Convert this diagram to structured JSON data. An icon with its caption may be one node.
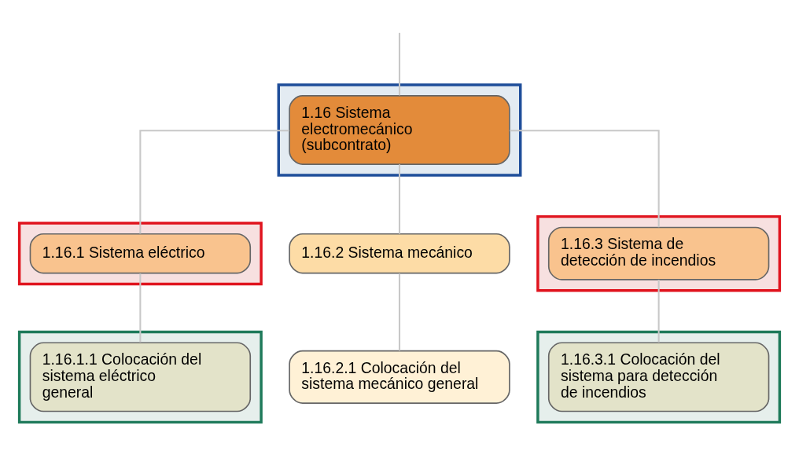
{
  "diagram": {
    "nodes": [
      {
        "text": [],
        "shape": "box"
      },
      {
        "text": [
          "1.16 Sistema electromecánico (subcontrato)"
        ],
        "in": 0
      },
      {
        "text": [],
        "shape": "box"
      },
      {
        "text": [
          "1.16.1 Sistema eléctrico"
        ],
        "in": 2
      },
      {
        "text": [
          "1.16.2 Sistema mecánico"
        ]
      },
      {
        "text": [],
        "shape": "box"
      },
      {
        "text": [
          "1.16.3 Sistema de detección de incendios"
        ],
        "in": 5
      },
      {
        "text": [],
        "shape": "box"
      },
      {
        "text": [
          "1.16.1.1 Colocación del sistema eléctrico general"
        ],
        "in": 7
      },
      {
        "text": [
          "1.16.2.1 Colocación del sistema mecánico general"
        ]
      },
      {
        "text": [],
        "shape": "box"
      },
      {
        "text": [
          "1.16.3.1 Colocación del sistema para detección de incendios"
        ],
        "in": 10
      }
    ],
    "edges": [
      {
        "from": null,
        "to": 1,
        "arrow": "none"
      },
      {
        "from": 1,
        "to": 3,
        "arrow": "none"
      },
      {
        "from": 1,
        "to": 4,
        "arrow": "none"
      },
      {
        "from": 1,
        "to": 6,
        "arrow": "none"
      },
      {
        "from": 3,
        "to": 8,
        "arrow": "none"
      },
      {
        "from": 4,
        "to": 9,
        "arrow": "none"
      },
      {
        "from": 6,
        "to": 11,
        "arrow": "none"
      }
    ]
  }
}
